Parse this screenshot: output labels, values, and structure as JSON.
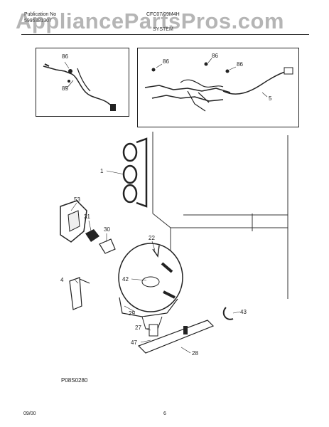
{
  "header": {
    "publication_label": "Publication No",
    "publication_number": "5995381307",
    "model": "CFC07/09M4H",
    "section": "SYSTEM"
  },
  "watermark": "AppliancePartsPros.com",
  "inset_left": {
    "callouts": [
      "86",
      "85"
    ]
  },
  "inset_right": {
    "callouts": [
      "86",
      "86",
      "86",
      "5"
    ]
  },
  "main_callouts": {
    "c1": "1",
    "c53": "53",
    "c31": "31",
    "c30": "30",
    "c22": "22",
    "c4": "4",
    "c42": "42",
    "c29": "29",
    "c43": "43",
    "c27": "27",
    "c47": "47",
    "c28": "28"
  },
  "figure_code": "P08S0280",
  "footer": {
    "date": "09/00",
    "page": "6"
  }
}
